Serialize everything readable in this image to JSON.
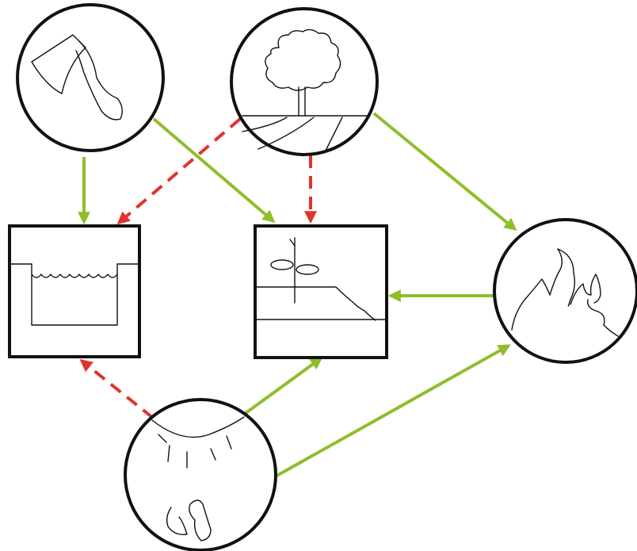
{
  "colors": {
    "background": "#ffffff",
    "outline": "#111111",
    "positive_link": "#8fbe2a",
    "negative_link": "#e0332c"
  },
  "link_styles": {
    "positive": {
      "color": "#8fbe2a",
      "dashed": false
    },
    "negative": {
      "color": "#e0332c",
      "dashed": true
    }
  },
  "nodes": [
    {
      "id": "axe",
      "shape": "circle",
      "icon": "axe-icon"
    },
    {
      "id": "tree",
      "shape": "circle",
      "icon": "tree-field-icon"
    },
    {
      "id": "fire",
      "shape": "circle",
      "icon": "flame-icon"
    },
    {
      "id": "planet",
      "shape": "circle",
      "icon": "globe-plant-icon"
    },
    {
      "id": "water",
      "shape": "square",
      "icon": "water-reservoir-icon"
    },
    {
      "id": "land",
      "shape": "square",
      "icon": "eroded-land-icon"
    }
  ],
  "edges": [
    {
      "from": "axe",
      "to": "water",
      "style": "positive"
    },
    {
      "from": "axe",
      "to": "land",
      "style": "positive"
    },
    {
      "from": "tree",
      "to": "water",
      "style": "negative"
    },
    {
      "from": "tree",
      "to": "land",
      "style": "negative"
    },
    {
      "from": "tree",
      "to": "fire",
      "style": "positive"
    },
    {
      "from": "fire",
      "to": "land",
      "style": "positive"
    },
    {
      "from": "planet",
      "to": "water",
      "style": "negative"
    },
    {
      "from": "planet",
      "to": "land",
      "style": "positive"
    },
    {
      "from": "planet",
      "to": "fire",
      "style": "positive"
    }
  ]
}
